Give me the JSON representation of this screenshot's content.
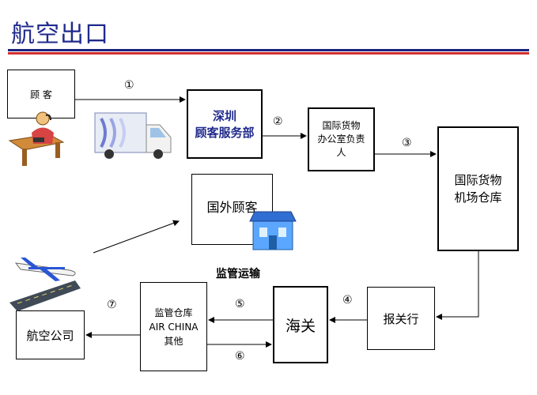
{
  "title": "航空出口",
  "nodes": {
    "customer": "顾 客",
    "shenzhen": "深圳\n顾客服务部",
    "office": "国际货物\n办公室负责\n人",
    "warehouse": "国际货物\n机场仓库",
    "foreign": "国外顾客",
    "customs": "海关",
    "broker": "报关行",
    "bonded": "监管仓库\nAIR CHINA\n其他",
    "airline": "航空公司"
  },
  "labels": {
    "supervised": "监管运输",
    "step1": "①",
    "step2": "②",
    "step3": "③",
    "step4": "④",
    "step5": "⑤",
    "step6": "⑥",
    "step7": "⑦"
  },
  "colors": {
    "title": "#1f2a8c",
    "rule_blue": "#1a237e",
    "rule_red": "#d32f2f",
    "accent_text": "#1f2a8c"
  },
  "icons": [
    "customer-phone-icon",
    "delivery-truck-icon",
    "airplane-icon",
    "shop-building-icon"
  ]
}
